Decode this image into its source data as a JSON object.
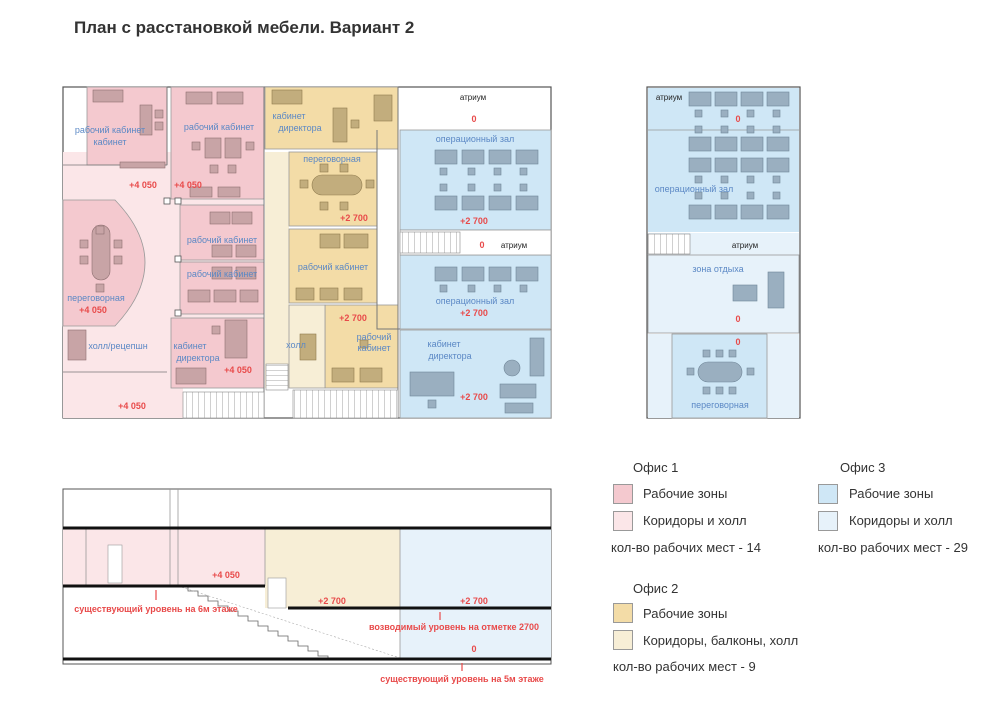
{
  "title": "План с расстановкой мебели. Вариант 2",
  "colors": {
    "office1_work": "#f4c9cf",
    "office1_corr": "#fbe6e8",
    "office2_work": "#f3dca7",
    "office2_corr": "#f7eed6",
    "office3_work": "#cfe7f6",
    "office3_corr": "#e7f2fa",
    "furniture_red": "#c8a4a6",
    "furniture_yel": "#c2ad7d",
    "furniture_blu": "#9aafc0",
    "level_red": "#e84a4a",
    "wall": "#555555"
  },
  "plan_left": {
    "rooms": {
      "office1_room1": "рабочий кабинет",
      "office1_room2": "рабочий кабинет",
      "office1_room3": "рабочий кабинет",
      "office1_room4": "рабочий кабинет",
      "office1_meeting": "переговорная",
      "office1_hall": "холл/рецепшн",
      "office1_director": "кабинет директора",
      "office2_director": "кабинет директора",
      "office2_meeting": "переговорная",
      "office2_work": "рабочий кабинет",
      "office2_work2": "рабочий кабинет",
      "office2_hall": "холл",
      "atrium_top": "атриум",
      "atrium_mid": "атриум",
      "office3_op1": "операционный зал",
      "office3_op2": "операционный зал",
      "office3_director": "кабинет директора"
    },
    "levels": {
      "l1": "+4 050",
      "l2": "+4 050",
      "l3": "+4 050",
      "l4": "+4 050",
      "l5": "+4 050",
      "y1": "+2 700",
      "y2": "+2 700",
      "b1": "+2 700",
      "b2": "+2 700",
      "b3": "+2 700",
      "z1": "0",
      "z2": "0"
    }
  },
  "plan_right": {
    "atrium_top": "атриум",
    "atrium_mid": "атриум",
    "op_hall": "операционный зал",
    "rest_zone": "зона отдыха",
    "meeting": "переговорная",
    "levels": {
      "z1": "0",
      "z2": "0",
      "z3": "0"
    }
  },
  "section": {
    "level_4050": "+4 050",
    "level_2700a": "+2 700",
    "level_2700b": "+2 700",
    "level_0": "0",
    "note_6floor": "существующий уровень на 6м этаже",
    "note_2700": "возводимый уровень на отметке  2700",
    "note_5floor": "существующий уровень на 5м этаже"
  },
  "legend": {
    "office1": {
      "title": "Офис 1",
      "work": "Рабочие зоны",
      "corr": "Коридоры и холл",
      "count": "кол-во рабочих мест - 14"
    },
    "office2": {
      "title": "Офис 2",
      "work": "Рабочие зоны",
      "corr": "Коридоры, балконы, холл",
      "count": "кол-во рабочих мест - 9"
    },
    "office3": {
      "title": "Офис 3",
      "work": "Рабочие зоны",
      "corr": "Коридоры и холл",
      "count": "кол-во рабочих мест - 29"
    }
  }
}
